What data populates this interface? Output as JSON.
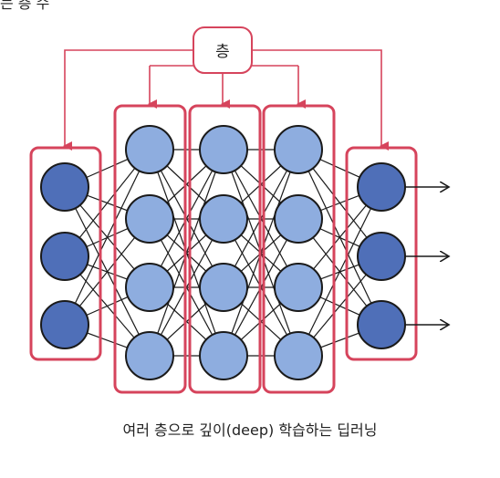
{
  "top_fragment": "는 층 수 구분",
  "layer_label": "층",
  "caption": "여러 층으로 깊이(deep) 학습하는 딥러닝",
  "network": {
    "input_nodes": 3,
    "hidden_layers": 3,
    "hidden_nodes": 4,
    "output_nodes": 3,
    "output_arrows": 3
  },
  "colors": {
    "accent": "#d6445c",
    "input_fill": "#4f6fb8",
    "hidden_fill": "#8eaddf",
    "output_fill": "#4f6fb8",
    "node_stroke": "#1a1a1a",
    "edge": "#1a1a1a"
  }
}
